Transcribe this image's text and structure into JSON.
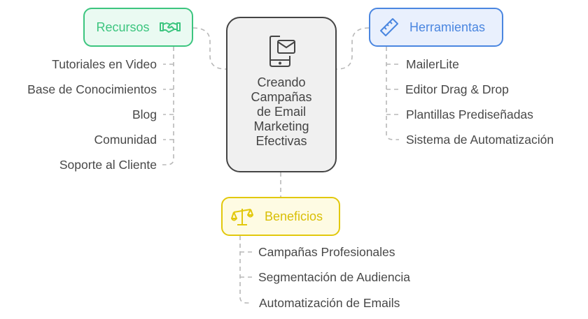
{
  "center": {
    "title_lines": [
      "Creando",
      "Campañas",
      "de Email",
      "Marketing",
      "Efectivas"
    ],
    "icon": "mobile-email-icon"
  },
  "branches": {
    "recursos": {
      "label": "Recursos",
      "icon": "handshake-icon",
      "color": "#3cc57f",
      "fill": "#eafaf2",
      "items": [
        "Tutoriales en Video",
        "Base de Conocimientos",
        "Blog",
        "Comunidad",
        "Soporte al Cliente"
      ]
    },
    "herramientas": {
      "label": "Herramientas",
      "icon": "ruler-icon",
      "color": "#4a86e0",
      "fill": "#e9f0fd",
      "items": [
        "MailerLite",
        "Editor Drag & Drop",
        "Plantillas Prediseñadas",
        "Sistema de Automatización"
      ]
    },
    "beneficios": {
      "label": "Beneficios",
      "icon": "scale-balance-icon",
      "color": "#e2c80c",
      "fill": "#fefbe3",
      "items": [
        "Campañas Profesionales",
        "Segmentación de Audiencia",
        "Automatización de Emails"
      ]
    }
  },
  "colors": {
    "center_border": "#444444",
    "center_fill": "#f0f0f0",
    "connector": "#b5b5b5",
    "text": "#484848"
  }
}
